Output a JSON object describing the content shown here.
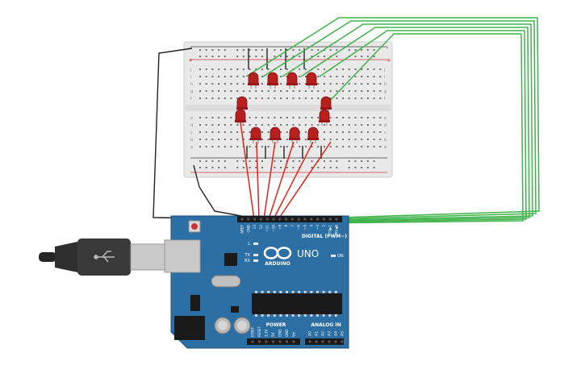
{
  "breadboard": {
    "row_letters_top": [
      "j",
      "i",
      "h",
      "g",
      "f"
    ],
    "row_letters_bottom": [
      "e",
      "d",
      "c",
      "b",
      "a"
    ],
    "rail_plus": "+",
    "rail_minus": "-"
  },
  "arduino": {
    "brand": "ARDUINO",
    "model": "UNO",
    "digital_header": "DIGITAL (PWM~)",
    "power_header": "POWER",
    "analog_header": "ANALOG IN",
    "on_label": "ON",
    "l_label": "L",
    "tx_label": "TX",
    "rx_label": "RX",
    "digital_pins": [
      "AREF",
      "GND",
      "13",
      "12",
      "~11",
      "~10",
      "~9",
      "8",
      "7",
      "~6",
      "~5",
      "4",
      "~3",
      "2",
      "TX▶1",
      "RX◀0"
    ],
    "power_pins": [
      "IOREF",
      "RESET",
      "3.3V",
      "5V",
      "GND",
      "GND",
      "Vin"
    ],
    "analog_pins": [
      "A0",
      "A1",
      "A2",
      "A3",
      "A4",
      "A5"
    ]
  },
  "colors": {
    "board_blue": "#2c6fa5",
    "board_dark": "#1d4f7a",
    "wire_green": "#3fb34a",
    "wire_red": "#e0231c",
    "wire_black": "#222222",
    "led_red": "#b81f1f",
    "breadboard": "#ececec"
  }
}
